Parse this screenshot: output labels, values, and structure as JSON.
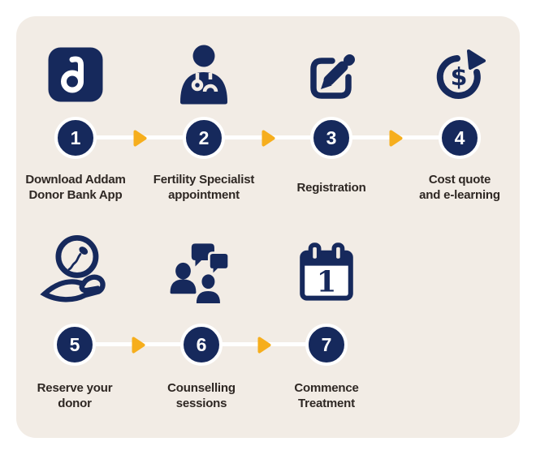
{
  "colors": {
    "navy": "#16295C",
    "arrow_yellow": "#F6AE1D",
    "card_background": "#F2ECE5",
    "label_text": "#2E2723",
    "connector_white": "#FFFFFF"
  },
  "steps": [
    {
      "number": "1",
      "icon": "app-download-icon",
      "lines": [
        "Download Addam",
        "Donor Bank App"
      ]
    },
    {
      "number": "2",
      "icon": "fertility-specialist-icon",
      "lines": [
        "Fertility Specialist",
        "appointment"
      ]
    },
    {
      "number": "3",
      "icon": "registration-edit-icon",
      "lines": [
        "Registration"
      ]
    },
    {
      "number": "4",
      "icon": "cost-refresh-icon",
      "lines": [
        "Cost quote",
        "and e-learning"
      ],
      "icon_text": "$"
    },
    {
      "number": "5",
      "icon": "reserve-donor-icon",
      "lines": [
        "Reserve your",
        "donor"
      ]
    },
    {
      "number": "6",
      "icon": "counselling-icon",
      "lines": [
        "Counselling",
        "sessions"
      ]
    },
    {
      "number": "7",
      "icon": "commence-calendar-icon",
      "lines": [
        "Commence",
        "Treatment"
      ],
      "icon_text": "1"
    }
  ]
}
